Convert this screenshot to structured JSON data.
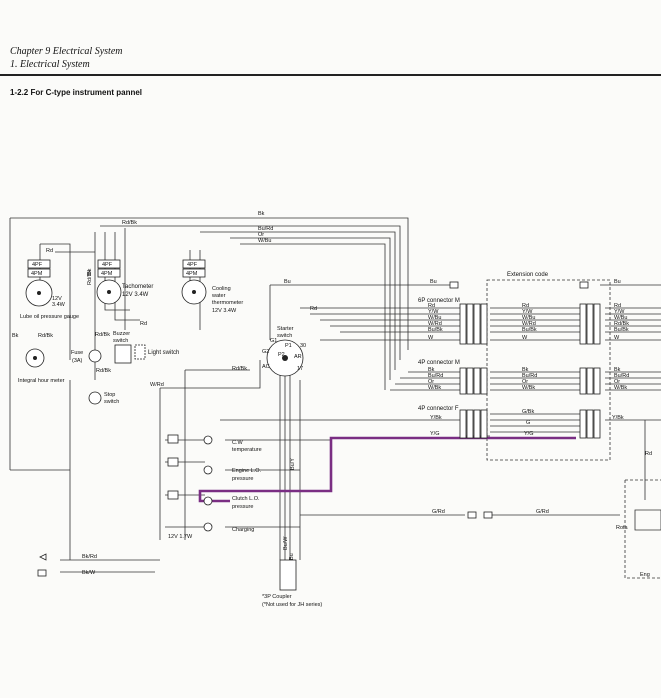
{
  "header": {
    "chapter": "Chapter 9 Electrical System",
    "section": "1. Electrical System",
    "subsection": "1-2.2 For C-type instrument pannel"
  },
  "highlight_color": "#7a2e83",
  "gauges": {
    "lube_oil_4pf": "4PF",
    "lube_oil_4pm": "4PM",
    "lube_oil_name": "Lube oil pressure gauge",
    "lube_oil_rating": "12V 3.4W",
    "tachometer_4pf": "4PF",
    "tachometer_4pm": "4PM",
    "tachometer_name": "Tachometer",
    "tachometer_rating": "12V 3.4W",
    "cooling_4pf": "4PF",
    "cooling_4pm": "4PM",
    "cooling_name": "Cooling water thermometer",
    "cooling_rating": "12V 3.4W",
    "hour_meter": "Integral hour meter"
  },
  "switches": {
    "fuse": "Fuse (3A)",
    "buzzer": "Buzzer switch",
    "light": "Light switch",
    "stop": "Stop switch",
    "starter": "Starter switch",
    "terminals": [
      "G1",
      "G2",
      "P1",
      "30",
      "P2",
      "AR",
      "AC",
      "17"
    ]
  },
  "warning_lamps": [
    {
      "label": "C.W temperature"
    },
    {
      "label": "Engine L.O. pressure"
    },
    {
      "label": "Clutch L.O. pressure"
    },
    {
      "label": "Charging"
    }
  ],
  "lamp_rating": "12V 1.7W",
  "connectors": {
    "c6p": "6P connector M",
    "c4p1": "4P connector M",
    "c4p2": "4P connector F",
    "extension": "Extension code",
    "coupler": "*3P Coupler",
    "coupler_note": "(*Not used for JH series)"
  },
  "wire_labels": {
    "top": [
      "Rd/Bk",
      "Bk",
      "Bu/Rd",
      "Or",
      "W/Bu"
    ],
    "left": [
      "Rd",
      "Rd/Bk",
      "Bk",
      "Rd/Bk",
      "Rd",
      "Rd/Bk",
      "Rd/Bk",
      "Rd/Bk",
      "W/Rd",
      "Bu/Y",
      "Bu/W",
      "Bu"
    ],
    "bu_left": "Bu",
    "bu_right": "Bu",
    "c6p_left": [
      "Rd",
      "Y/W",
      "W/Bu",
      "W/Rd",
      "Bu/Bk",
      "W"
    ],
    "c6p_mid": [
      "Rd",
      "Y/W",
      "W/Bu",
      "W/Rd",
      "Bu/Bk",
      "W"
    ],
    "c6p_right": [
      "Rd",
      "Y/W",
      "W/Bu",
      "Rd/Bk",
      "Bu/Bk",
      "W"
    ],
    "c4p1_left": [
      "Bk",
      "Bu/Rd",
      "Or",
      "W/Bk"
    ],
    "c4p1_mid": [
      "Bk",
      "Bu/Rd",
      "Or",
      "W/Bk"
    ],
    "c4p1_right": [
      "Bk",
      "Bu/Rd",
      "Or",
      "W/Bk"
    ],
    "c4p2_left": [
      "Y/Bk",
      "Y/G"
    ],
    "c4p2_mid": [
      "G/Bk",
      "G",
      "Y/G"
    ],
    "c4p2_right": [
      "Y/Bk",
      "Rd"
    ],
    "grd_left": "G/Rd",
    "grd_right": "G/Rd",
    "bottom": [
      "Bk/Rd",
      "Bk/W"
    ],
    "misc": [
      "Bk",
      "Rd",
      "Rd/Bk",
      "Rd"
    ]
  },
  "partial_labels": [
    "Rota",
    "Eng"
  ]
}
